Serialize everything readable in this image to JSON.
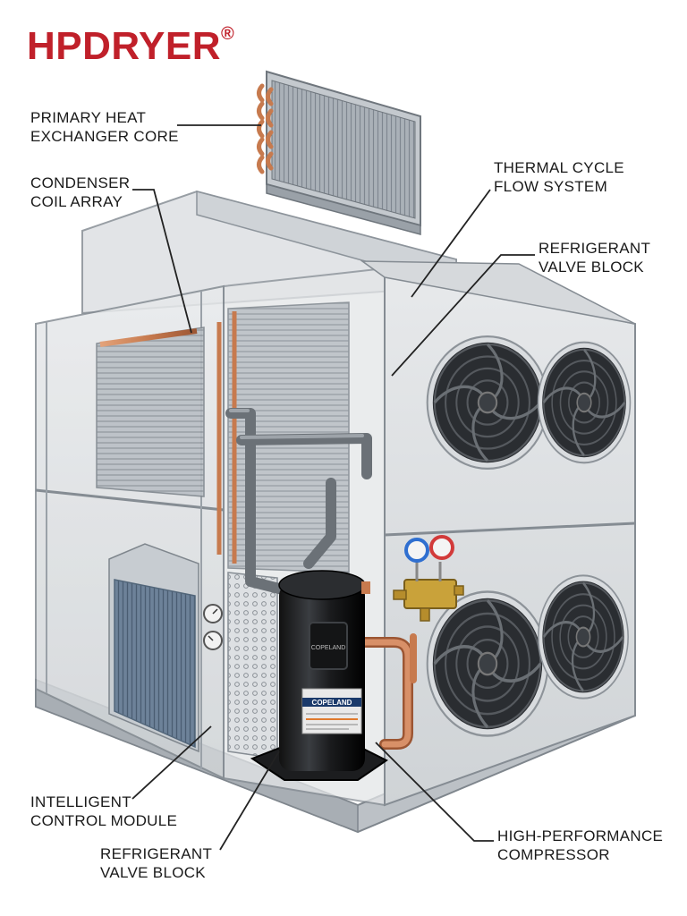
{
  "brand": {
    "name": "HPDRYER",
    "mark": "®",
    "color": "#c0202a"
  },
  "labels": {
    "primary_heat_exchanger": [
      "PRIMARY HEAT",
      "EXCHANGER CORE"
    ],
    "condenser_coil": [
      "CONDENSER",
      "COIL ARRAY"
    ],
    "thermal_cycle": [
      "THERMAL CYCLE",
      "FLOW SYSTEM"
    ],
    "refrigerant_valve_top": [
      "REFRIGERANT",
      "VALVE BLOCK"
    ],
    "intelligent_control": [
      "INTELLIGENT",
      "CONTROL MODULE"
    ],
    "refrigerant_valve_bottom": [
      "REFRIGERANT",
      "VALVE BLOCK"
    ],
    "compressor": [
      "HIGH-PERFORMANCE",
      "COMPRESSOR"
    ]
  },
  "compressor_brand": "COPELAND",
  "colors": {
    "copper": "#c77a4e",
    "housing": "#c9cdd1",
    "fan": "#2a2d31",
    "gauge_blue": "#2f6fd0",
    "gauge_red": "#d23a3a",
    "brass": "#c9a23a"
  }
}
